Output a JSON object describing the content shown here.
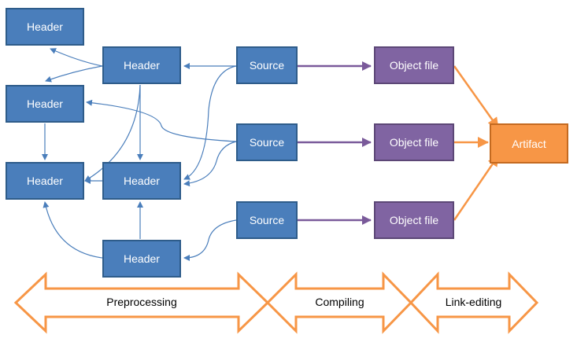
{
  "nodes": {
    "header_1": "Header",
    "header_2": "Header",
    "header_3": "Header",
    "header_4": "Header",
    "header_5": "Header",
    "header_6": "Header",
    "source_1": "Source",
    "source_2": "Source",
    "source_3": "Source",
    "object_1": "Object file",
    "object_2": "Object file",
    "object_3": "Object file",
    "artifact": "Artifact"
  },
  "phases": {
    "preprocessing": "Preprocessing",
    "compiling": "Compiling",
    "link_editing": "Link-editing"
  },
  "colors": {
    "header_fill": "#4a7ebb",
    "object_fill": "#8064a2",
    "artifact_fill": "#f79646",
    "edge_blue": "#4a7ebb",
    "edge_purple": "#7a5a9a",
    "edge_orange": "#f79646"
  }
}
